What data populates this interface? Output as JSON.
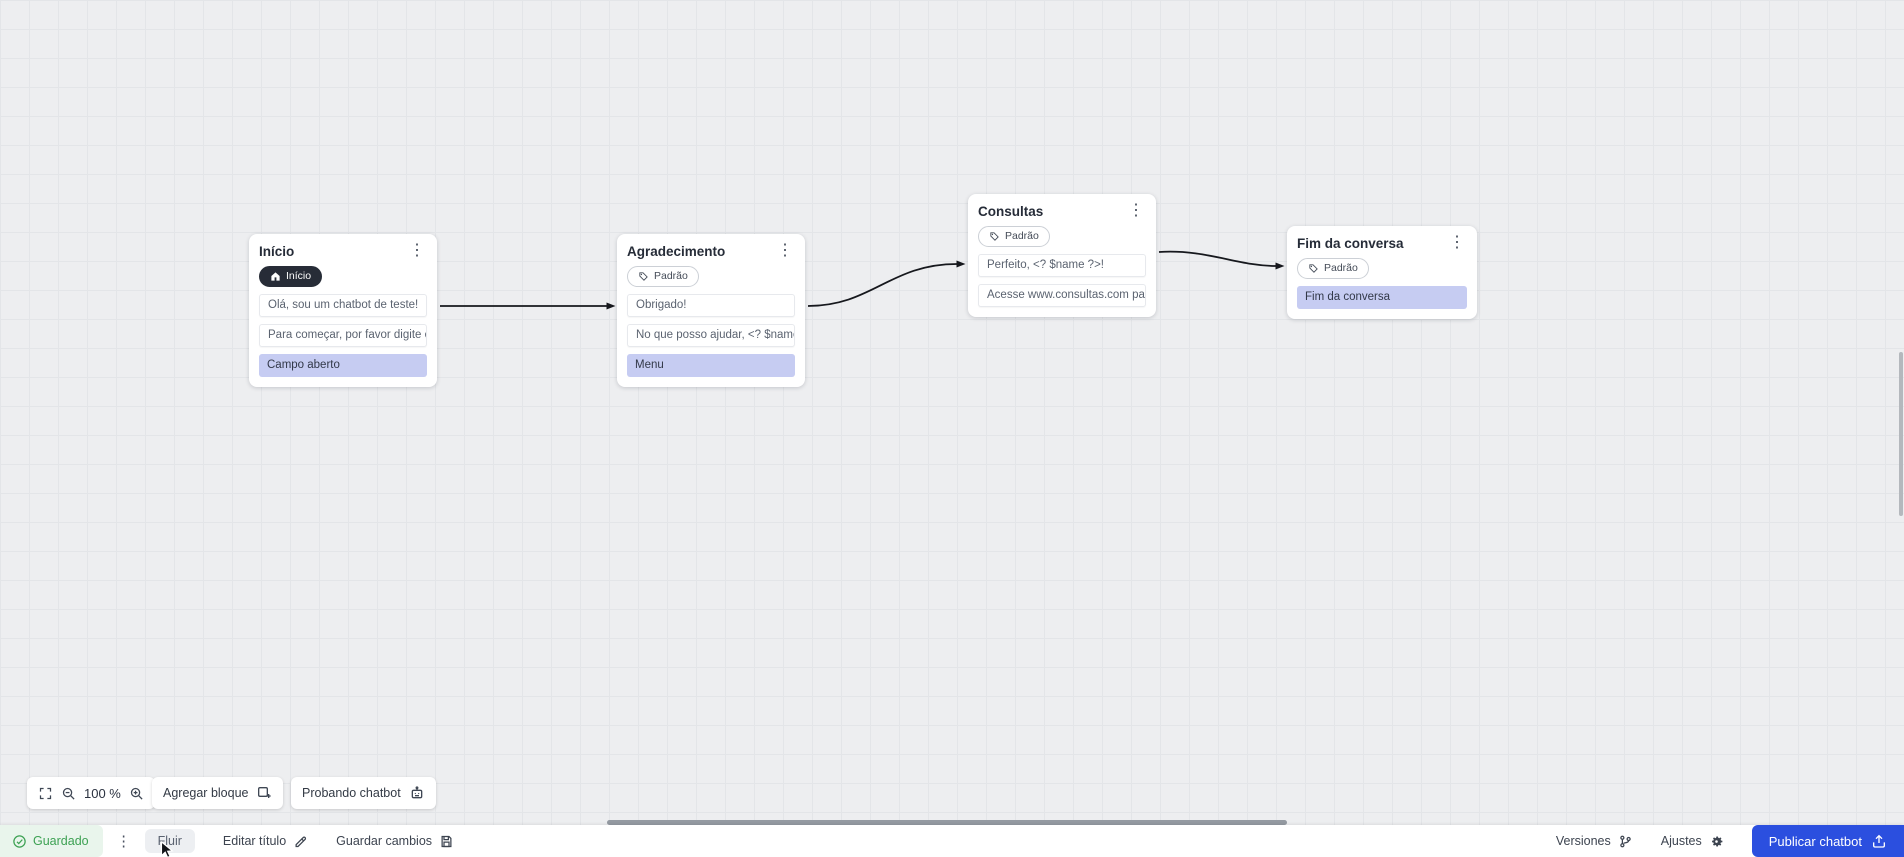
{
  "colors": {
    "canvas_bg": "#edeef0",
    "grid_line": "#e3e5e8",
    "node_bg": "#ffffff",
    "highlight_row": "#c6ccf2",
    "edge": "#16181d",
    "saved_green": "#3da153",
    "publish_blue": "#2b4fdf"
  },
  "canvas": {
    "nodes": [
      {
        "title": "Início",
        "badge": {
          "label": "Início",
          "icon": "home-icon",
          "style": "dark"
        },
        "menu_icon": "kebab-menu-icon",
        "rows": [
          {
            "type": "message",
            "text": "Olá, sou um chatbot de teste!"
          },
          {
            "type": "message",
            "text": "Para começar, por favor digite o ..."
          },
          {
            "type": "output",
            "text": "Campo aberto"
          }
        ]
      },
      {
        "title": "Agradecimento",
        "badge": {
          "label": "Padrão",
          "icon": "tag-icon",
          "style": "outline"
        },
        "menu_icon": "kebab-menu-icon",
        "rows": [
          {
            "type": "message",
            "text": "Obrigado!"
          },
          {
            "type": "message",
            "text": "No que posso ajudar, <? $name ..."
          },
          {
            "type": "output",
            "text": "Menu"
          }
        ]
      },
      {
        "title": "Consultas",
        "badge": {
          "label": "Padrão",
          "icon": "tag-icon",
          "style": "outline"
        },
        "menu_icon": "kebab-menu-icon",
        "rows": [
          {
            "type": "message",
            "text": "Perfeito, <? $name ?>!"
          },
          {
            "type": "message",
            "text": "Acesse www.consultas.com par..."
          }
        ]
      },
      {
        "title": "Fim da conversa",
        "badge": {
          "label": "Padrão",
          "icon": "tag-icon",
          "style": "outline"
        },
        "menu_icon": "kebab-menu-icon",
        "rows": [
          {
            "type": "output",
            "text": "Fim da conversa"
          }
        ]
      }
    ]
  },
  "zoom_toolbar": {
    "zoom_level": "100 %",
    "icons": [
      "fit-screen-icon",
      "zoom-out-icon",
      "zoom-in-icon"
    ]
  },
  "canvas_actions": {
    "add_block_label": "Agregar bloque",
    "add_block_icon": "add-block-icon",
    "test_chatbot_label": "Probando chatbot",
    "test_chatbot_icon": "robot-icon"
  },
  "status_bar": {
    "saved_label": "Guardado",
    "saved_icon": "check-circle-icon",
    "more_icon": "kebab-menu-icon",
    "flow_tab_label": "Fluir",
    "edit_title_label": "Editar título",
    "edit_title_icon": "pencil-icon",
    "save_changes_label": "Guardar cambios",
    "save_changes_icon": "save-icon",
    "versions_label": "Versiones",
    "versions_icon": "git-branch-icon",
    "settings_label": "Ajustes",
    "settings_icon": "gear-icon",
    "publish_label": "Publicar chatbot",
    "publish_icon": "publish-icon"
  }
}
